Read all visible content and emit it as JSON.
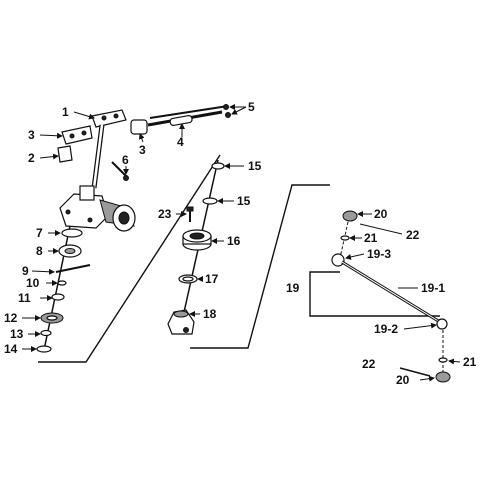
{
  "callouts": {
    "c1": "1",
    "c2": "2",
    "c3a": "3",
    "c3b": "3",
    "c4": "4",
    "c5": "5",
    "c6": "6",
    "c7": "7",
    "c8": "8",
    "c9": "9",
    "c10": "10",
    "c11": "11",
    "c12": "12",
    "c13": "13",
    "c14": "14",
    "c15a": "15",
    "c15b": "15",
    "c16": "16",
    "c17": "17",
    "c18": "18",
    "c19": "19",
    "c19_1": "19-1",
    "c19_2": "19-2",
    "c19_3": "19-3",
    "c20a": "20",
    "c20b": "20",
    "c21a": "21",
    "c21b": "21",
    "c22a": "22",
    "c22b": "22",
    "c23": "23"
  },
  "colors": {
    "ink": "#111111",
    "background": "#ffffff",
    "metal": "#9a9a9a"
  }
}
